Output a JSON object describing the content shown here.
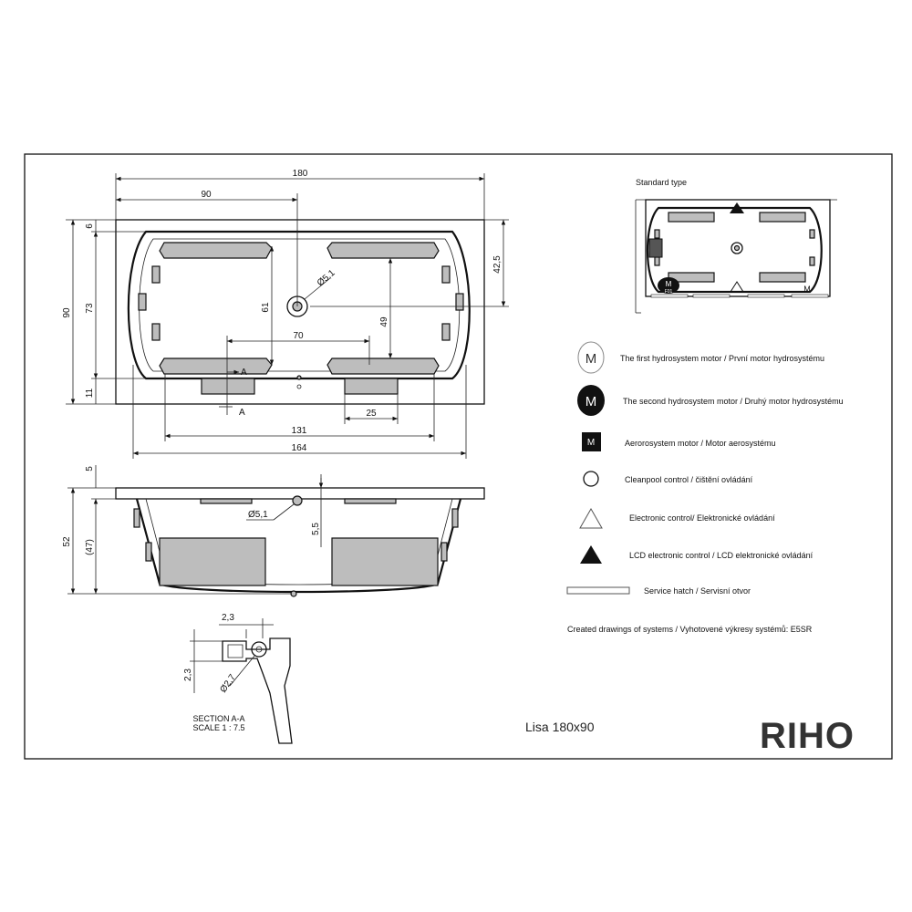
{
  "top_view": {
    "dims": {
      "overall_length": "180",
      "half_length": "90",
      "overall_width": "90",
      "top_rim": "6",
      "inner_73": "73",
      "bottom_rim": "11",
      "right_42_5": "42,5",
      "center_61": "61",
      "center_49": "49",
      "drain_dia": "Ø5,1",
      "width_70": "70",
      "width_131": "131",
      "width_25": "25",
      "width_164": "164"
    },
    "section_marker": "A"
  },
  "side_view": {
    "dims": {
      "rim_5": "5",
      "height_52": "52",
      "height_47": "(47)",
      "drain_dia": "Ø5,1",
      "drain_5_5": "5,5"
    }
  },
  "section": {
    "dims": {
      "d_2_3_top": "2,3",
      "d_2_3_side": "2,3",
      "d_2_7": "Ø2,7"
    },
    "title_line1": "SECTION A-A",
    "title_line2": "SCALE 1 : 7.5"
  },
  "standard_type": {
    "heading": "Standard type",
    "motor_label": "M",
    "motor_sub": "F01"
  },
  "legend": {
    "items": [
      {
        "symbol": "M",
        "icon": "motor-outline-icon",
        "text": "The first hydrosystem motor / První motor hydrosystému"
      },
      {
        "symbol": "M",
        "icon": "motor-filled-icon",
        "text": "The second hydrosystem motor / Druhý motor hydrosystému"
      },
      {
        "symbol": "M",
        "icon": "aerosystem-square-icon",
        "text": "Aerorosystem motor / Motor aerosystému"
      },
      {
        "symbol": "",
        "icon": "circle-icon",
        "text": "Cleanpool control / čištění ovládání"
      },
      {
        "symbol": "",
        "icon": "triangle-outline-icon",
        "text": "Electronic control/ Elektronické ovládání"
      },
      {
        "symbol": "",
        "icon": "triangle-filled-icon",
        "text": "LCD electronic control / LCD elektronické ovládání"
      },
      {
        "symbol": "",
        "icon": "rectangle-hatch-icon",
        "text": "Service hatch / Servisní otvor"
      }
    ],
    "created_note": "Created drawings of systems / Vyhotovené výkresy systémů: E5SR"
  },
  "product_name": "Lisa 180x90",
  "brand": "RIHO"
}
